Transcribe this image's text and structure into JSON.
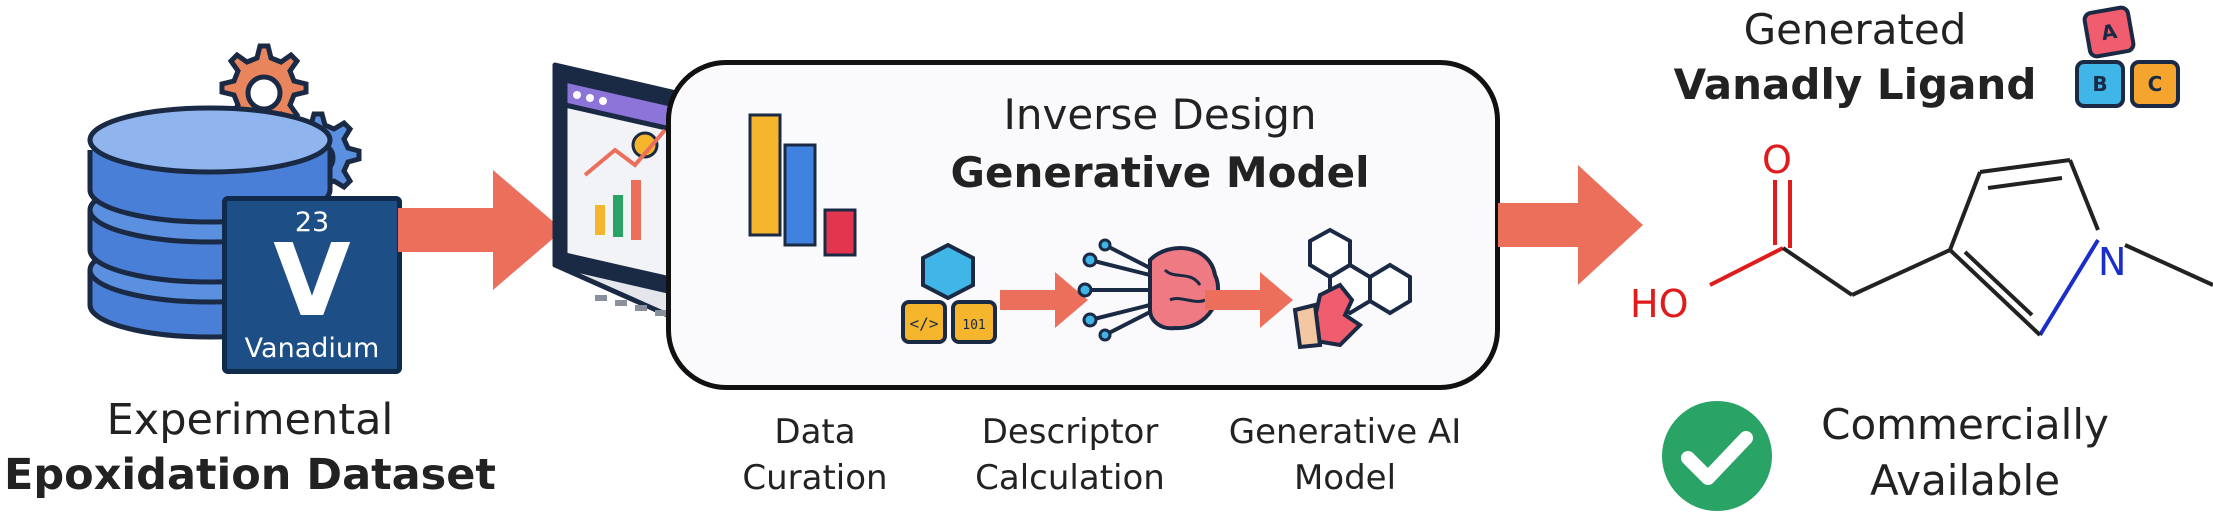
{
  "element": {
    "atomic_number": "23",
    "symbol": "V",
    "name": "Vanadium"
  },
  "dataset": {
    "line1": "Experimental",
    "line2": "Epoxidation Dataset"
  },
  "model": {
    "line1": "Inverse Design",
    "line2": "Generative Model"
  },
  "steps": [
    {
      "line1": "Data",
      "line2": "Curation"
    },
    {
      "line1": "Descriptor",
      "line2": "Calculation"
    },
    {
      "line1": "Generative AI",
      "line2": "Model"
    }
  ],
  "output": {
    "line1": "Generated",
    "line2": "Vanadly Ligand",
    "blocks": [
      "A",
      "B",
      "C"
    ]
  },
  "molecule": {
    "oxygen": "O",
    "hydroxyl": "HO",
    "nitrogen": "N"
  },
  "availability": {
    "line1": "Commercially",
    "line2": "Available"
  },
  "colors": {
    "arrow": "#ec6f5c",
    "database": "#5b8fe0",
    "element_tile": "#1d4e86",
    "check": "#2aa366",
    "oxygen": "#e01b1b",
    "nitrogen": "#1a2fc9"
  }
}
